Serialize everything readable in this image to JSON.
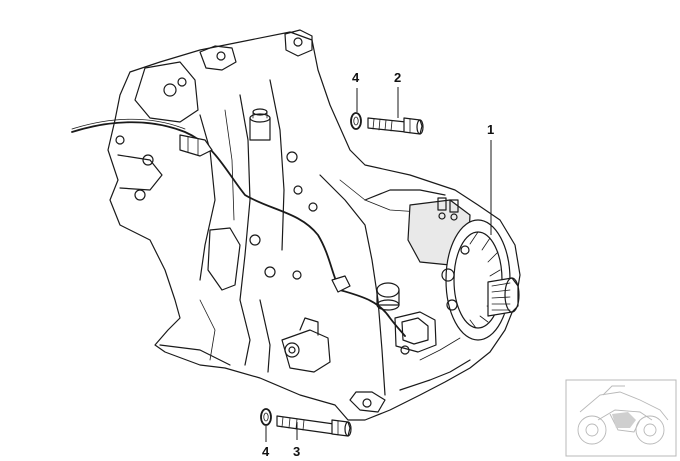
{
  "diagram": {
    "callouts": [
      {
        "id": "c1",
        "label": "1"
      },
      {
        "id": "c2",
        "label": "2"
      },
      {
        "id": "c3",
        "label": "3"
      },
      {
        "id": "c4a",
        "label": "4"
      },
      {
        "id": "c4b",
        "label": "4"
      }
    ],
    "icons": {
      "main_part": "gearbox-assembly-icon",
      "bolt": "hex-bolt-icon",
      "washer": "washer-ring-icon",
      "vehicle_thumbnail": "motorcycle-thumbnail-icon"
    },
    "colors": {
      "ink": "#1a1a1a",
      "background": "#ffffff",
      "thumbnail_border": "#b8b8b8"
    }
  }
}
